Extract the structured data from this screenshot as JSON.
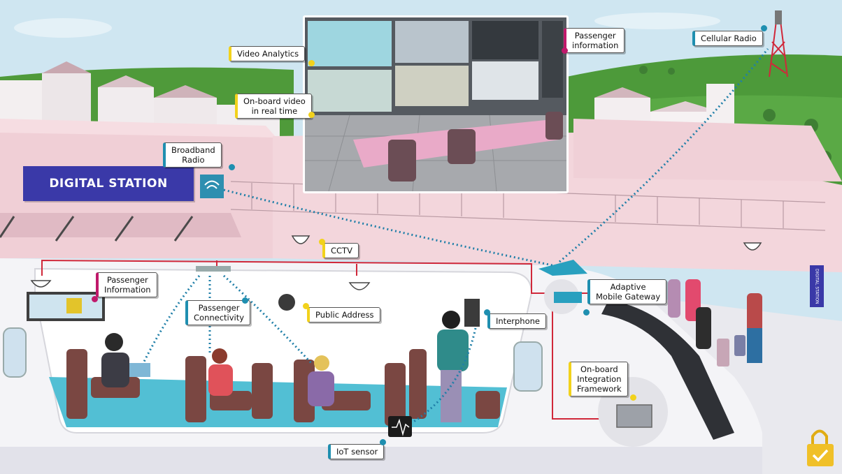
{
  "station_sign": "DIGITAL STATION",
  "station_sign_small": "DIGITAL STATION",
  "callouts": {
    "video_analytics": "Video Analytics",
    "onboard_video": [
      "On-board video",
      "in real time"
    ],
    "passenger_info_top": [
      "Passenger",
      "information"
    ],
    "cellular_radio": "Cellular Radio",
    "broadband_radio": [
      "Broadband",
      "Radio"
    ],
    "cctv": "CCTV",
    "passenger_info_train": [
      "Passenger",
      "Information"
    ],
    "passenger_connectivity": [
      "Passenger",
      "Connectivity"
    ],
    "public_address": "Public Address",
    "interphone": "Interphone",
    "adaptive_gateway": [
      "Adaptive",
      "Mobile Gateway"
    ],
    "integration_framework": [
      "On-board",
      "Integration",
      "Framework"
    ],
    "iot_sensor": "IoT sensor"
  },
  "colors": {
    "pink_accent": "#c0196b",
    "yellow_accent": "#f2d21c",
    "blue_accent": "#1f8fb0",
    "station_blue": "#3a39a8",
    "network_red": "#d0283a"
  }
}
